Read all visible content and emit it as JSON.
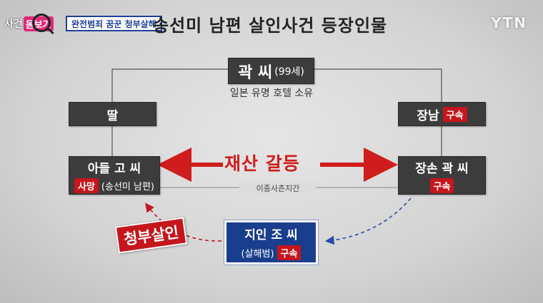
{
  "header": {
    "logo_word1": "사건",
    "logo_word2": "돋보기",
    "banner": "완전범죄 꿈꾼 청부살해",
    "title": "송선미 남편 살인사건 등장인물",
    "channel": "YTN"
  },
  "nodes": {
    "kwak": {
      "name": "곽 씨",
      "age": "(99세)",
      "desc": "일본 유명 호텔 소유"
    },
    "daughter": {
      "name": "딸"
    },
    "eldest_son": {
      "name": "장남",
      "badge": "구속"
    },
    "son": {
      "name": "아들 고 씨",
      "badge": "사망",
      "note": "(송선미 남편)"
    },
    "grandson": {
      "name": "장손 곽 씨",
      "badge": "구속"
    },
    "acquaintance": {
      "name": "지인 조 씨",
      "note": "(살해범)",
      "badge": "구속"
    }
  },
  "edges": {
    "conflict_label": "재산 갈등",
    "cousin_label": "이종사촌지간",
    "murder_label": "청부살인"
  },
  "colors": {
    "dark_box": "#3c3c3c",
    "blue_box": "#1a3e8e",
    "badge_red": "#c4161c",
    "arrow_red": "#d01c1c",
    "arrow_blue": "#2a4ea8",
    "arrow_murder": "#c4161c"
  }
}
